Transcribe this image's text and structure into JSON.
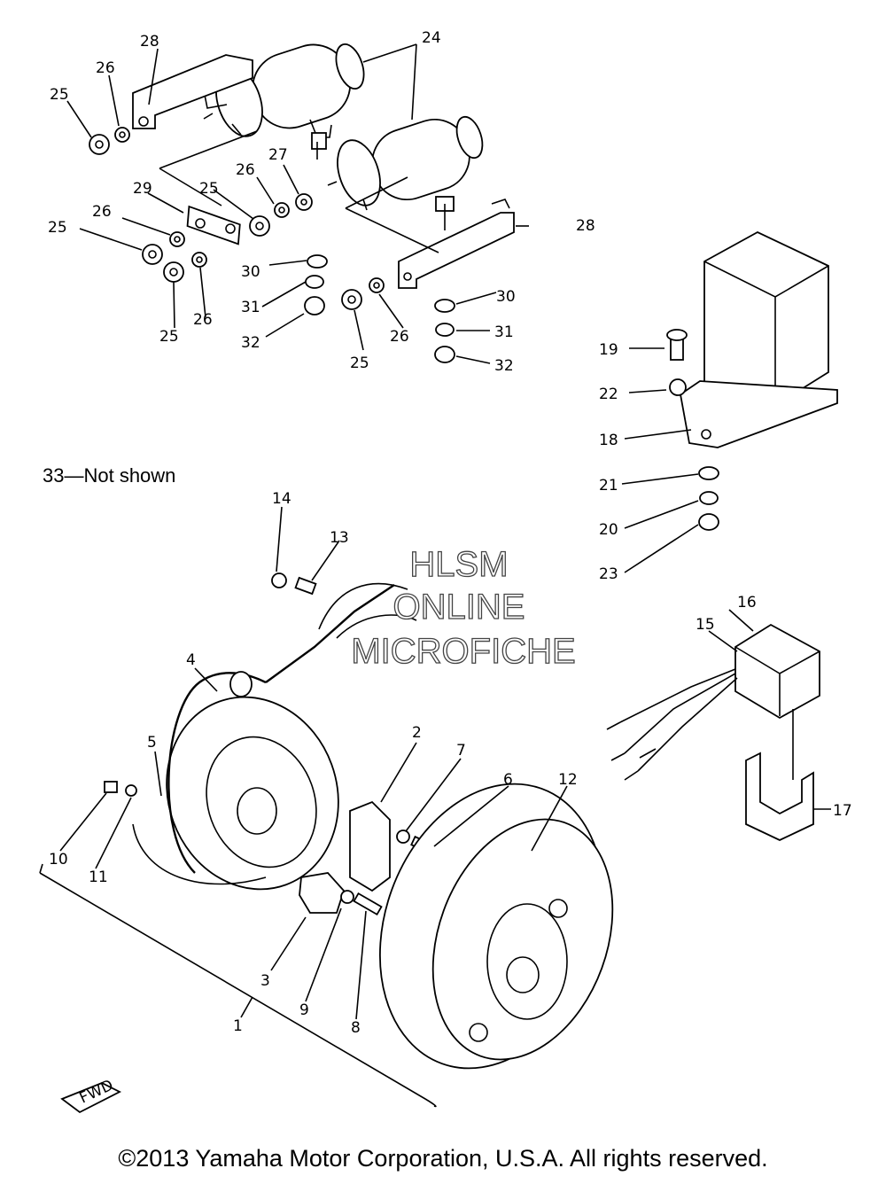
{
  "note": "33—Not shown",
  "watermark": [
    "HLSM",
    "ONLINE",
    "MICROFICHE"
  ],
  "fwd_label": "FWD",
  "copyright": "©2013 Yamaha Motor Corporation, U.S.A. All rights reserved.",
  "callouts": {
    "c1": "1",
    "c2": "2",
    "c3": "3",
    "c4": "4",
    "c5": "5",
    "c6": "6",
    "c7": "7",
    "c8": "8",
    "c9": "9",
    "c10": "10",
    "c11": "11",
    "c12": "12",
    "c13": "13",
    "c14": "14",
    "c15": "15",
    "c16": "16",
    "c17": "17",
    "c18": "18",
    "c19": "19",
    "c20": "20",
    "c21": "21",
    "c22": "22",
    "c23": "23",
    "c24": "24",
    "c25a": "25",
    "c25b": "25",
    "c25c": "25",
    "c25d": "25",
    "c25e": "25",
    "c26a": "26",
    "c26b": "26",
    "c26c": "26",
    "c26d": "26",
    "c26e": "26",
    "c27": "27",
    "c28a": "28",
    "c28b": "28",
    "c29": "29",
    "c30a": "30",
    "c30b": "30",
    "c31a": "31",
    "c31b": "31",
    "c32a": "32",
    "c32b": "32"
  }
}
